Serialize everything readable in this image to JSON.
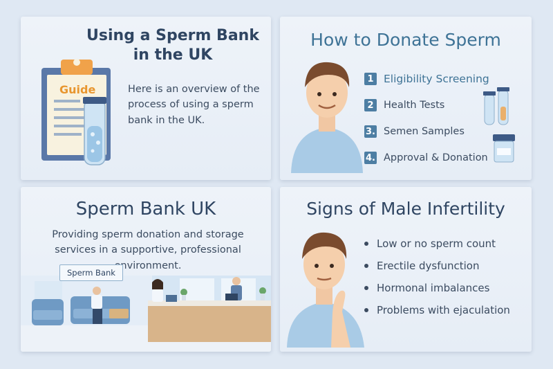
{
  "card1": {
    "title": "Using a Sperm Bank in the UK",
    "clipboard_label": "Guide",
    "text": "Here is an overview of the process of using a sperm bank in the UK."
  },
  "card2": {
    "title": "How to Donate Sperm",
    "steps": [
      {
        "num": "1",
        "label": "Eligibility Screening"
      },
      {
        "num": "2",
        "label": "Health Tests"
      },
      {
        "num": "3.",
        "label": "Semen Samples"
      },
      {
        "num": "4.",
        "label": "Approval & Donation"
      }
    ]
  },
  "card3": {
    "title": "Sperm Bank UK",
    "text": "Providing sperm donation and storage services in a supportive, professional environment.",
    "sign": "Sperm Bank"
  },
  "card4": {
    "title": "Signs of Male Infertility",
    "bullets": [
      "Low or no sperm count",
      "Erectile dysfunction",
      "Hormonal imbalances",
      "Problems with ejaculation"
    ]
  },
  "colors": {
    "background": "#dfe8f3",
    "accent": "#4d7ea3",
    "title_blue": "#3e7396",
    "clipboard_orange": "#f0a24a"
  }
}
